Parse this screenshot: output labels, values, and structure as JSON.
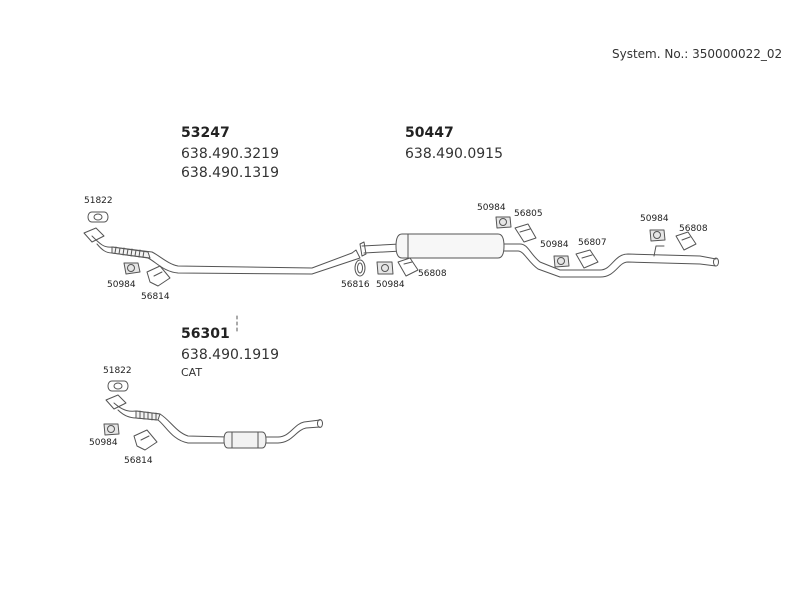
{
  "header": {
    "system_no": "System. No.: 350000022_02"
  },
  "groups": {
    "front_pipe": {
      "part_no": "53247",
      "oem1": "638.490.3219",
      "oem2": "638.490.1319"
    },
    "rear_muffler": {
      "part_no": "50447",
      "oem1": "638.490.0915"
    },
    "cat": {
      "part_no": "56301",
      "oem1": "638.490.1919",
      "note": "CAT"
    }
  },
  "labels": {
    "a_51822": "51822",
    "a_50984": "50984",
    "a_56814": "56814",
    "b_56816": "56816",
    "b_50984": "50984",
    "b_56808": "56808",
    "c_50984": "50984",
    "c_56805": "56805",
    "d_50984": "50984",
    "d_56807": "56807",
    "e_50984": "50984",
    "e_56808": "56808",
    "f_51822": "51822",
    "f_50984": "50984",
    "f_56814": "56814"
  }
}
